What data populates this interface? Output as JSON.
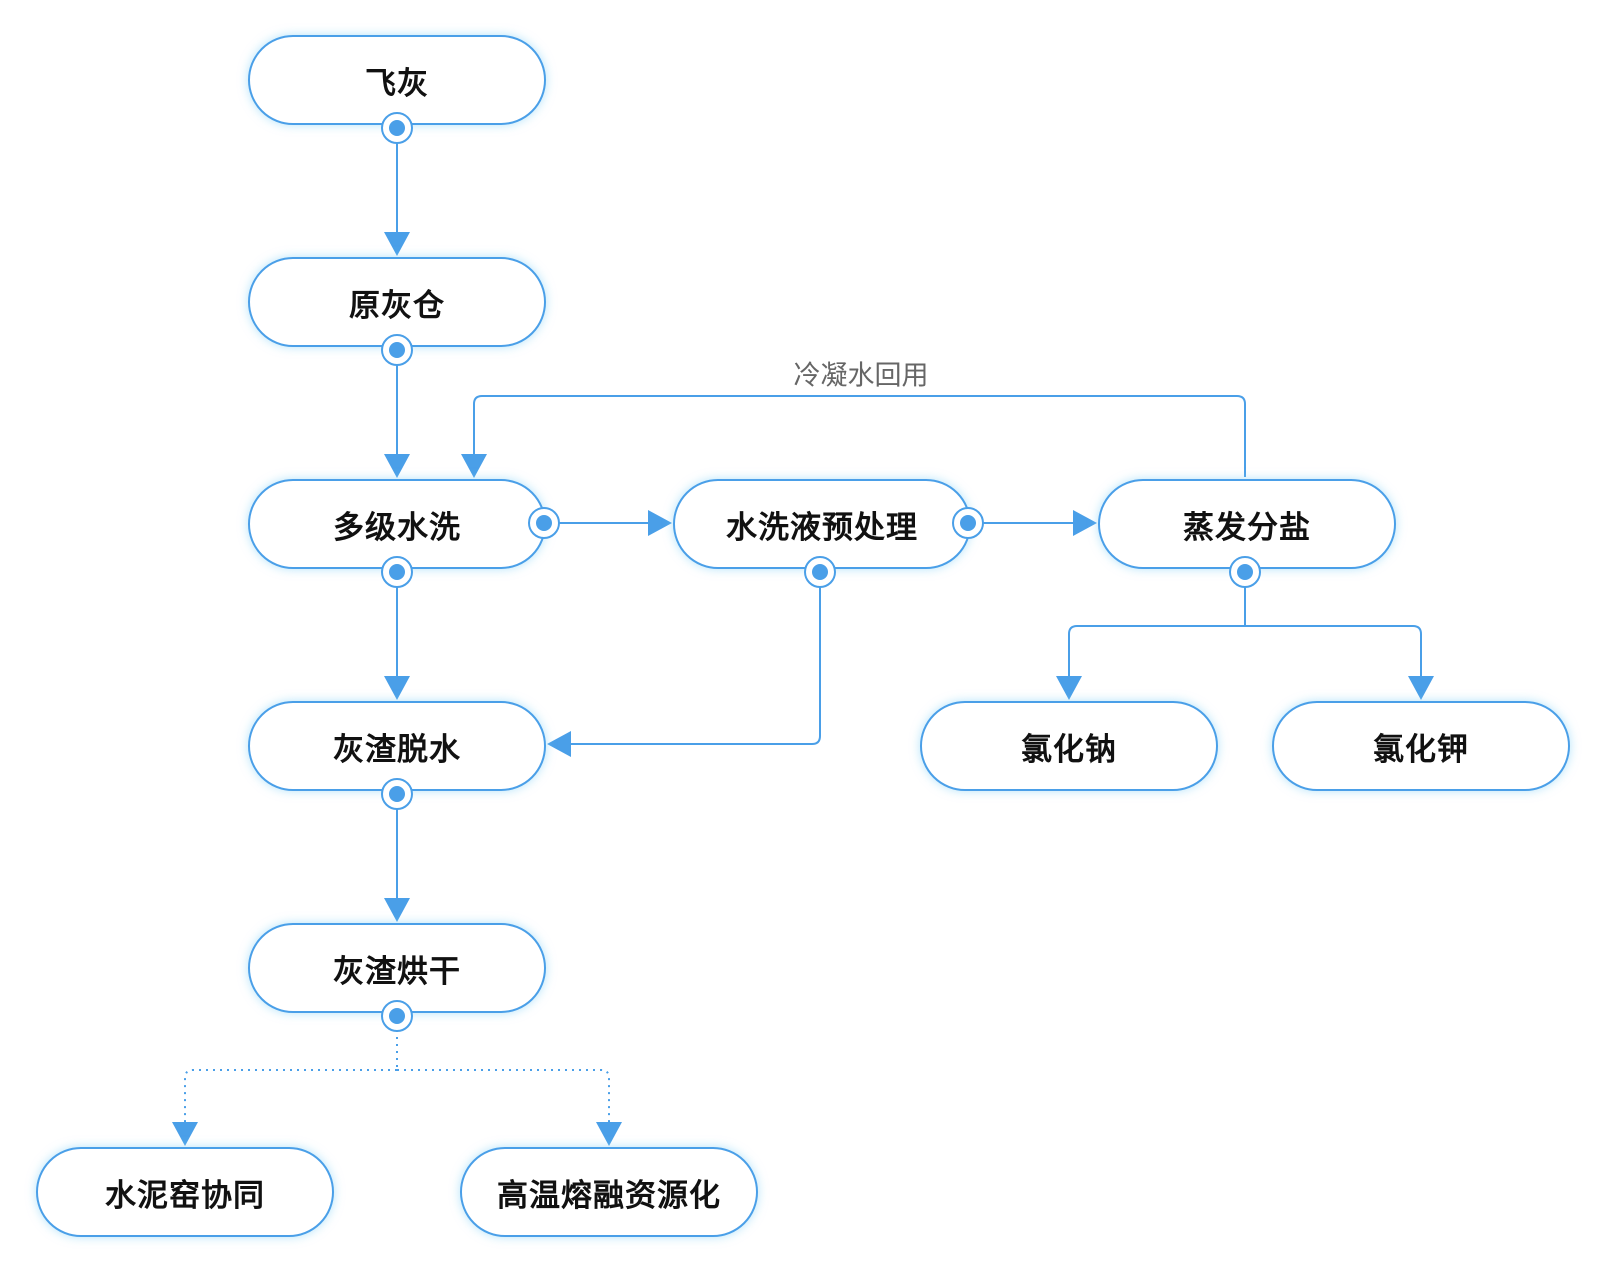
{
  "nodes": {
    "fly_ash": "飞灰",
    "raw_ash_silo": "原灰仓",
    "multistage_washing": "多级水洗",
    "wash_liquid_pretreatment": "水洗液预处理",
    "evaporation_salt_separation": "蒸发分盐",
    "slag_dewatering": "灰渣脱水",
    "sodium_chloride": "氯化钠",
    "potassium_chloride": "氯化钾",
    "slag_drying": "灰渣烘干",
    "cement_kiln": "水泥窑协同",
    "high_temp_melting": "高温熔融资源化"
  },
  "edges": {
    "condensate_reuse": "冷凝水回用"
  },
  "colors": {
    "line": "#4a9fe8",
    "port_fill": "#4a9fe8",
    "node_border": "#4a9fe8",
    "text": "#111111",
    "edge_label": "#666666"
  }
}
